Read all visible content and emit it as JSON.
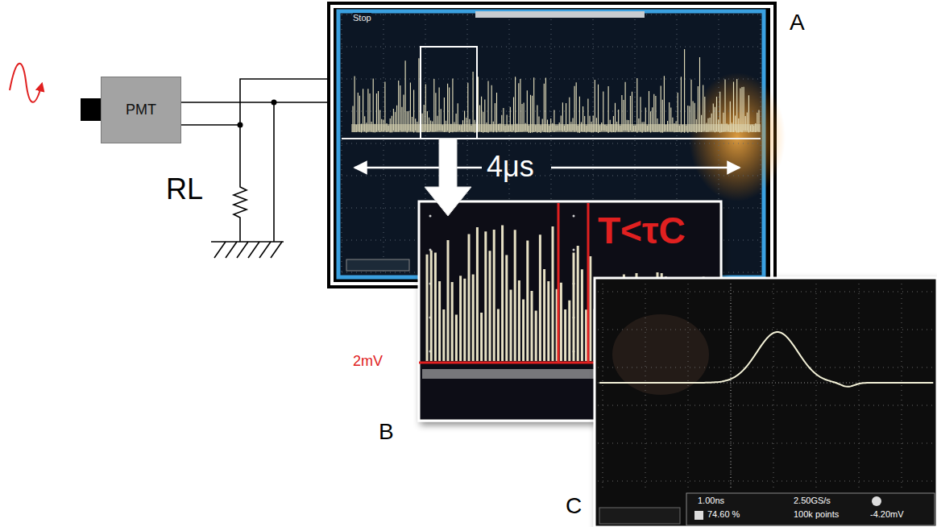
{
  "diagram": {
    "nodes": [
      {
        "text": [
          "PMT"
        ]
      }
    ],
    "labels": [
      "Stop",
      "4μs",
      "A",
      "2mV",
      "T<τC",
      "B",
      "1.00ns",
      "2.50GS/s",
      "100k points",
      "74.60 %",
      "-4.20mV",
      "C",
      "RL"
    ]
  }
}
